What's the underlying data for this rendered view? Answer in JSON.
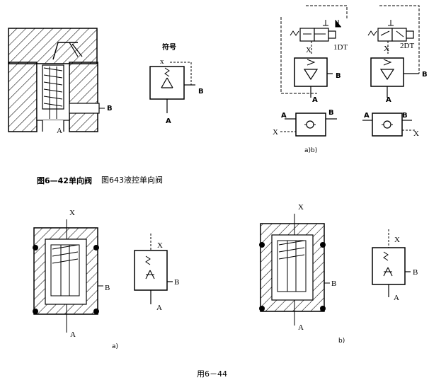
{
  "labels": {
    "fig1_A": "A",
    "fig1_B": "B",
    "symbol_title": "符号",
    "symbol_x": "x",
    "symbol_A": "A",
    "symbol_B": "B",
    "top_right": {
      "left_X": "X",
      "left_1DT": "1DT",
      "left_A": "A",
      "left_B": "B",
      "right_X": "X",
      "right_2DT": "2DT",
      "right_A": "A",
      "right_B": "B",
      "sym_left_A": "A",
      "sym_left_B": "B",
      "sym_left_X": "X",
      "sym_right_A": "A",
      "sym_right_B": "B",
      "sym_right_X": "X",
      "sub_ab": "a)b)"
    },
    "caption_bold": "图6—42单向阀",
    "caption_plain": "图643液控单向阀",
    "bottom_left": {
      "X": "X",
      "A": "A",
      "B": "B",
      "sym_X": "X",
      "sym_A": "A",
      "sym_B": "B",
      "sub": "a)"
    },
    "bottom_right": {
      "X": "X",
      "A": "A",
      "B": "B",
      "sym_X": "X",
      "sym_A": "A",
      "sym_B": "B",
      "sub": "b)"
    },
    "caption_bottom": "用6－44"
  }
}
